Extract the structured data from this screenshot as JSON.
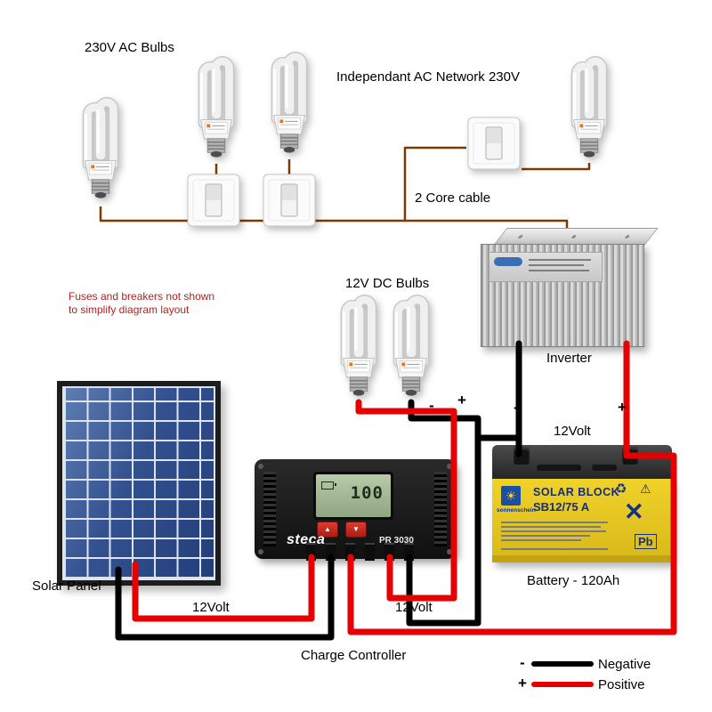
{
  "colors": {
    "ac_wire": "#7c3a00",
    "negative": "#000000",
    "positive": "#e60000",
    "note_text": "#b22222"
  },
  "annotations": {
    "ac_bulbs": "230V AC Bulbs",
    "ac_network": "Independant AC Network 230V",
    "core_cable": "2 Core cable",
    "inverter": "Inverter",
    "dc_bulbs": "12V DC Bulbs",
    "note_line1": "Fuses and breakers not shown",
    "note_line2": "to simplify diagram layout",
    "solar_panel": "Solar Panel",
    "charge_controller": "Charge Controller",
    "battery": "Battery - 120Ah",
    "volt_solar": "12Volt",
    "volt_load": "12Volt",
    "volt_battery": "12Volt",
    "minus_load": "-",
    "plus_load": "+",
    "minus_battery": "-",
    "plus_battery": "+"
  },
  "legend": {
    "neg_sign": "-",
    "neg_label": "Negative",
    "pos_sign": "+",
    "pos_label": "Positive"
  },
  "controller": {
    "brand": "steca",
    "model": "PR 3030",
    "display": "100",
    "btn_up": "▲",
    "btn_down": "▼"
  },
  "battery_label": {
    "brand_icon": "☀",
    "brand": "sonnenschein",
    "line1": "SOLAR BLOCK",
    "line2": "SB12/75 A",
    "recycle": "♻",
    "warning": "⚠",
    "cross": "✕",
    "pb": "Pb"
  }
}
